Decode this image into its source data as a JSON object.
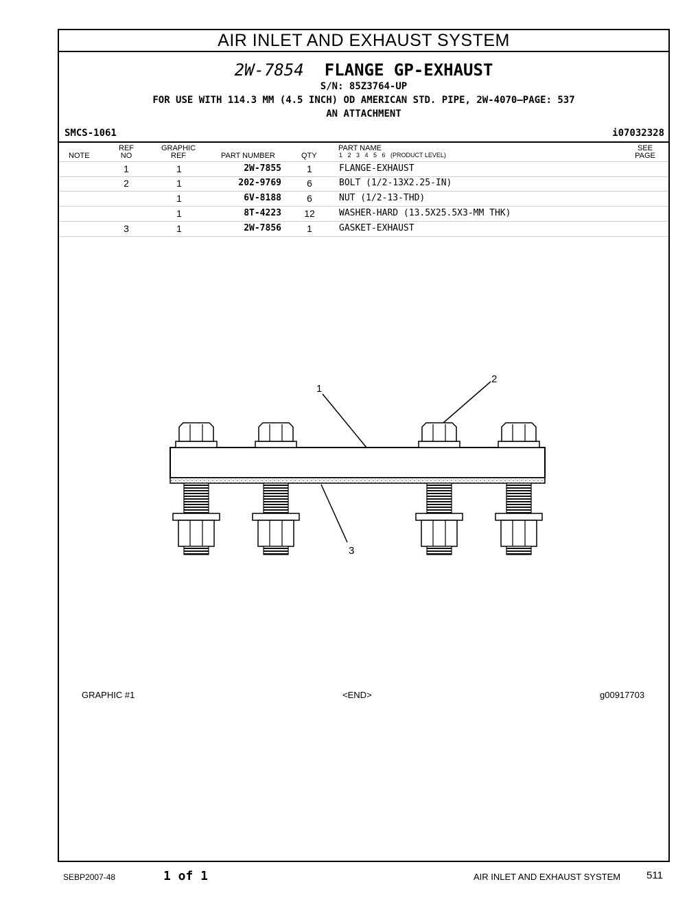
{
  "header": {
    "section_title": "AIR INLET AND EXHAUST SYSTEM"
  },
  "title": {
    "part_number": "2W-7854",
    "part_name": "FLANGE GP-EXHAUST"
  },
  "serial": "S/N: 85Z3764-UP",
  "note_line": "FOR USE WITH 114.3 MM (4.5 INCH) OD AMERICAN STD. PIPE, 2W-4070—PAGE: 537",
  "attachment": "AN ATTACHMENT",
  "smcs": "SMCS-1061",
  "ident": "i07032328",
  "columns": {
    "note": "NOTE",
    "ref_top": "REF",
    "ref_bottom": "NO",
    "graphic_top": "GRAPHIC",
    "graphic_bottom": "REF",
    "part_number": "PART NUMBER",
    "qty": "QTY",
    "part_name": "PART NAME",
    "levels": "1   2   3   4   5   6   (PRODUCT LEVEL)",
    "see_top": "SEE",
    "see_bottom": "PAGE"
  },
  "parts": [
    {
      "ref": "1",
      "graphic": "1",
      "part_number": "2W-7855",
      "qty": "1",
      "name": "FLANGE-EXHAUST"
    },
    {
      "ref": "2",
      "graphic": "1",
      "part_number": "202-9769",
      "qty": "6",
      "name": "BOLT (1/2-13X2.25-IN)"
    },
    {
      "ref": "",
      "graphic": "1",
      "part_number": "6V-8188",
      "qty": "6",
      "name": "NUT (1/2-13-THD)"
    },
    {
      "ref": "",
      "graphic": "1",
      "part_number": "8T-4223",
      "qty": "12",
      "name": "WASHER-HARD (13.5X25.5X3-MM THK)"
    },
    {
      "ref": "3",
      "graphic": "1",
      "part_number": "2W-7856",
      "qty": "1",
      "name": "GASKET-EXHAUST"
    }
  ],
  "callouts": {
    "c1": "1",
    "c2": "2",
    "c3": "3"
  },
  "graphic_footer": {
    "left": "GRAPHIC #1",
    "center": "<END>",
    "right": "g00917703"
  },
  "page_footer": {
    "doc": "SEBP2007-48",
    "pages": "1 of 1",
    "section": "AIR INLET AND EXHAUST SYSTEM",
    "page": "511"
  }
}
